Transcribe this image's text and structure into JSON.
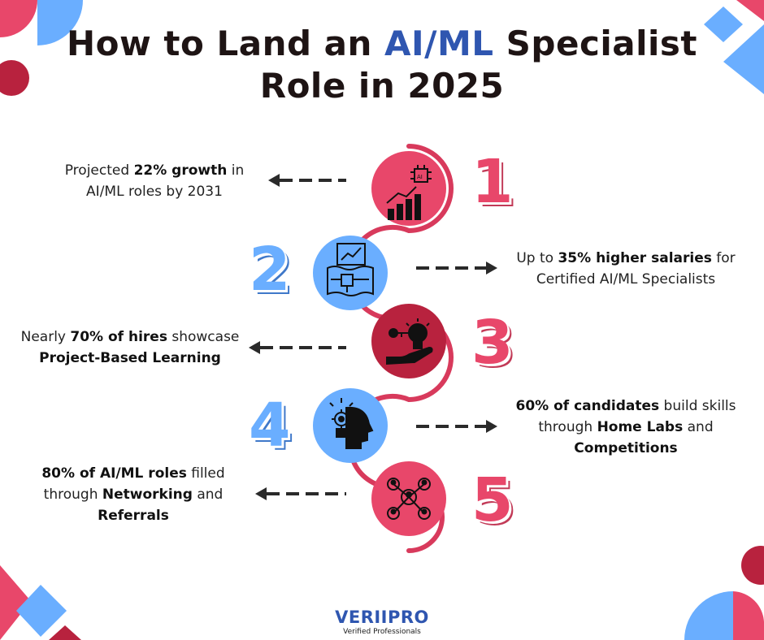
{
  "title": {
    "line1_prefix": "How to Land an ",
    "line1_accent": "AI/ML",
    "line1_suffix": " Specialist",
    "line2": "Role in 2025"
  },
  "steps": [
    {
      "number": "1",
      "icon": "ai-growth-chart-icon",
      "parts": [
        {
          "t": "Projected ",
          "b": false
        },
        {
          "t": "22% growth",
          "b": true
        },
        {
          "t": " in",
          "b": false
        },
        {
          "br": true
        },
        {
          "t": "AI/ML roles by 2031",
          "b": false
        }
      ]
    },
    {
      "number": "2",
      "icon": "salary-analytics-icon",
      "parts": [
        {
          "t": "Up to ",
          "b": false
        },
        {
          "t": "35% higher salaries",
          "b": true
        },
        {
          "t": " for",
          "b": false
        },
        {
          "br": true
        },
        {
          "t": "Certified AI/ML Specialists",
          "b": false
        }
      ]
    },
    {
      "number": "3",
      "icon": "idea-lightbulb-hand-icon",
      "parts": [
        {
          "t": "Nearly ",
          "b": false
        },
        {
          "t": "70% of hires",
          "b": true
        },
        {
          "t": " showcase",
          "b": false
        },
        {
          "br": true
        },
        {
          "t": "Project-Based Learning",
          "b": true
        }
      ]
    },
    {
      "number": "4",
      "icon": "head-gear-bulb-icon",
      "parts": [
        {
          "t": "60% of candidates",
          "b": true
        },
        {
          "t": " build skills",
          "b": false
        },
        {
          "br": true
        },
        {
          "t": "through ",
          "b": false
        },
        {
          "t": "Home Labs",
          "b": true
        },
        {
          "t": " and",
          "b": false
        },
        {
          "br": true
        },
        {
          "t": "Competitions",
          "b": true
        }
      ]
    },
    {
      "number": "5",
      "icon": "network-people-icon",
      "parts": [
        {
          "t": "80% of AI/ML roles",
          "b": true
        },
        {
          "t": " filled",
          "b": false
        },
        {
          "br": true
        },
        {
          "t": "through ",
          "b": false
        },
        {
          "t": "Networking",
          "b": true
        },
        {
          "t": " and",
          "b": false
        },
        {
          "br": true
        },
        {
          "t": "Referrals",
          "b": true
        }
      ]
    }
  ],
  "brand": {
    "name": "VERIIPRO",
    "tagline": "Verified Professionals"
  },
  "colors": {
    "red": "#e8476a",
    "dark_red": "#b8223e",
    "blue": "#6aaeff",
    "navy": "#2f56b0",
    "ink": "#1e1414"
  }
}
